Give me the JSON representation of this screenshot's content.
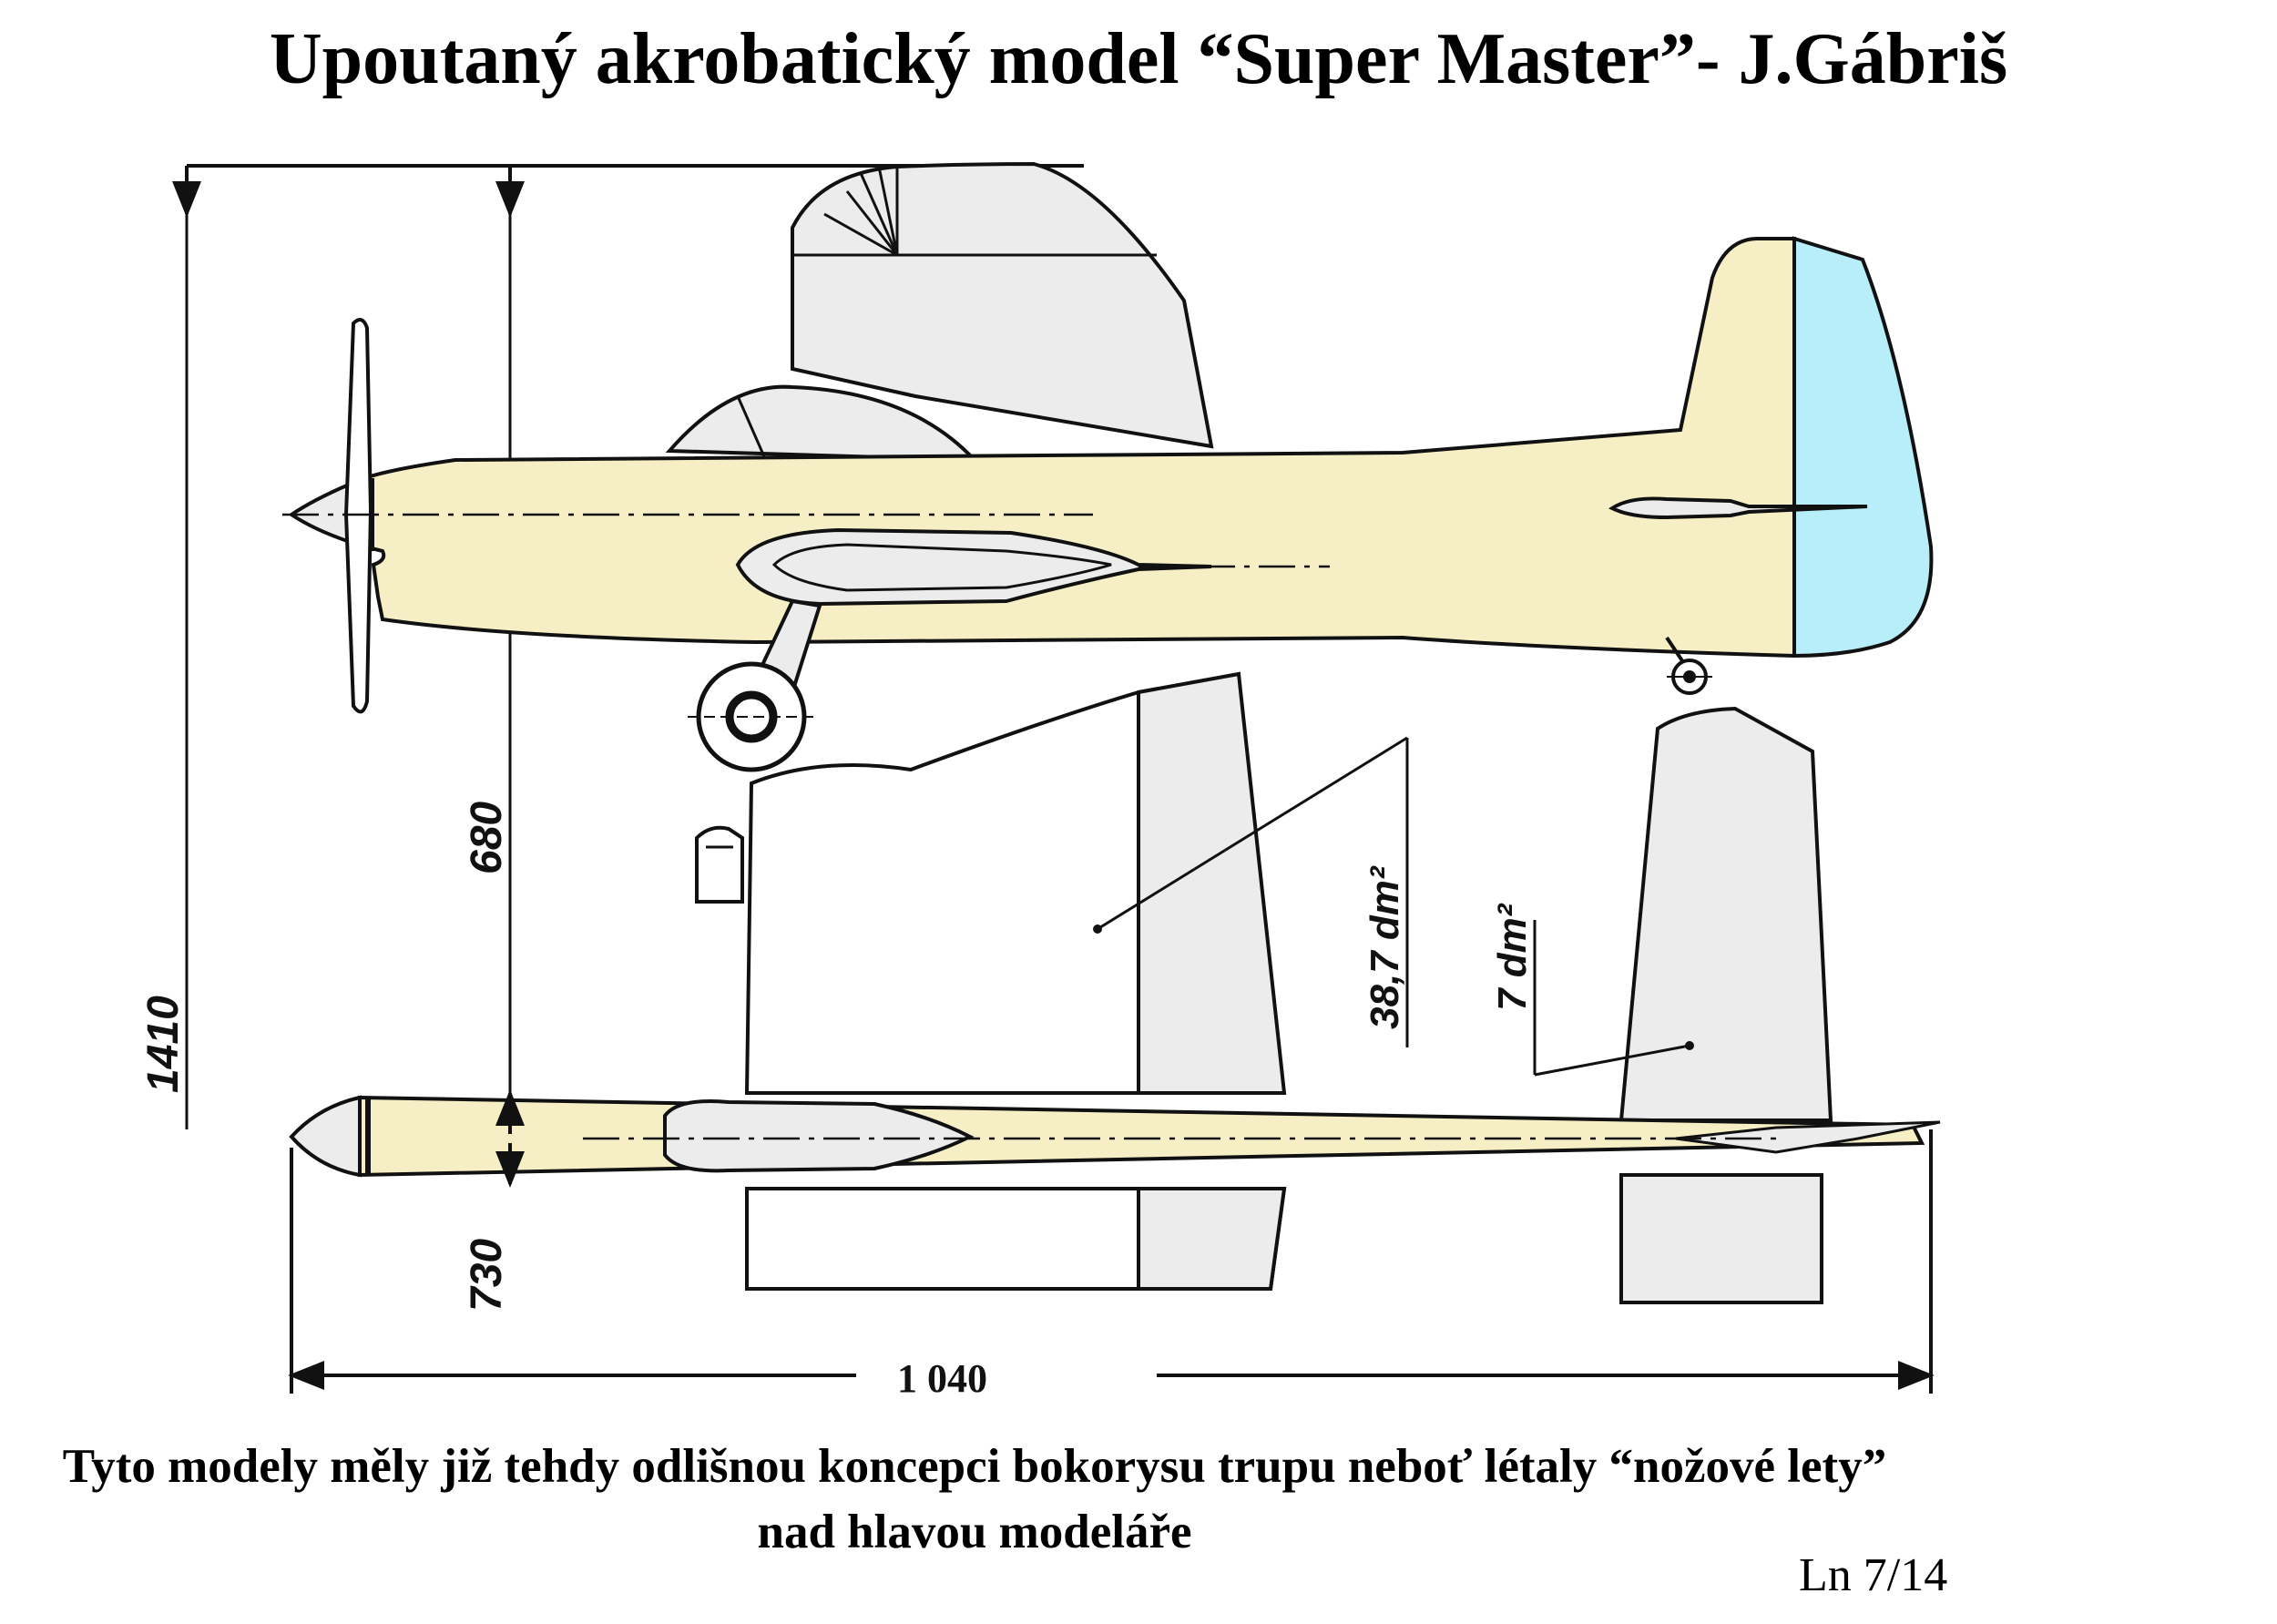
{
  "title": "Upoutaný akrobatický model “Super Master”- J.Gábriš",
  "dimensions": {
    "height_top": "680",
    "overall_height": "1410",
    "height_bottom": "730",
    "wingspan": "1 040",
    "wing_area": "38,7 dm²",
    "tail_area": "7 dm²"
  },
  "caption": {
    "line1": "Tyto modely měly již tehdy odlišnou koncepci bokorysu trupu neboť létaly “nožové lety”",
    "line2": "nad hlavou modeláře"
  },
  "page_ref": "Ln 7/14",
  "colors": {
    "fuselage": "#f6efc6",
    "rudder": "#b7eef9",
    "surface": "#ececec",
    "line": "#111111"
  }
}
